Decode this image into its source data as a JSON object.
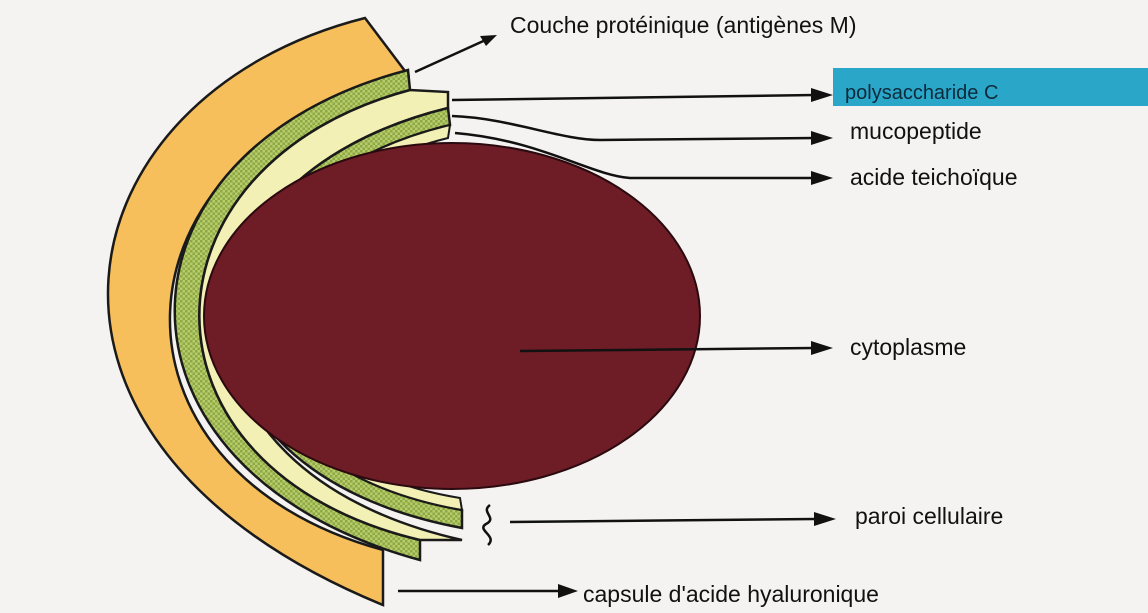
{
  "labels": {
    "protein_layer": "Couche protéinique (antigènes M)",
    "polysaccharide": "polysaccharide C",
    "mucopeptide": "mucopeptide",
    "teichoic_acid": "acide teichoïque",
    "cytoplasm": "cytoplasme",
    "cell_wall": "paroi cellulaire",
    "capsule": "capsule d'acide hyaluronique"
  },
  "colors": {
    "capsule": "#f6bf5c",
    "protein_layer": "#b7cc6a",
    "wall_layer": "#f2f0b4",
    "cytoplasm": "#6e1c26",
    "highlight": "#2aa6c9"
  }
}
